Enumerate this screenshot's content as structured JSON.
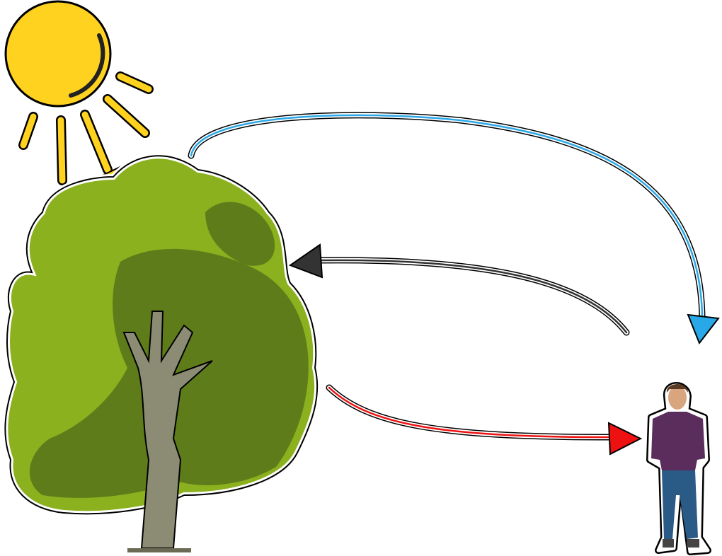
{
  "diagram": {
    "elements": [
      "sun",
      "tree",
      "person"
    ],
    "arrows": [
      {
        "from": "sun",
        "to": "tree",
        "color": "#ffd21f"
      },
      {
        "from": "tree",
        "to": "person",
        "color": "#29a8e8",
        "style": "upper-curve"
      },
      {
        "from": "person",
        "to": "tree",
        "color": "#333333"
      },
      {
        "from": "tree",
        "to": "person",
        "color": "#ee1111",
        "style": "lower-curve"
      }
    ],
    "colors": {
      "sun": "#ffd21f",
      "foliage_light": "#8bb11f",
      "foliage_dark": "#5e7d1a",
      "trunk": "#8c8c74",
      "shirt": "#5a2d5c",
      "jeans": "#2a5a86"
    }
  }
}
